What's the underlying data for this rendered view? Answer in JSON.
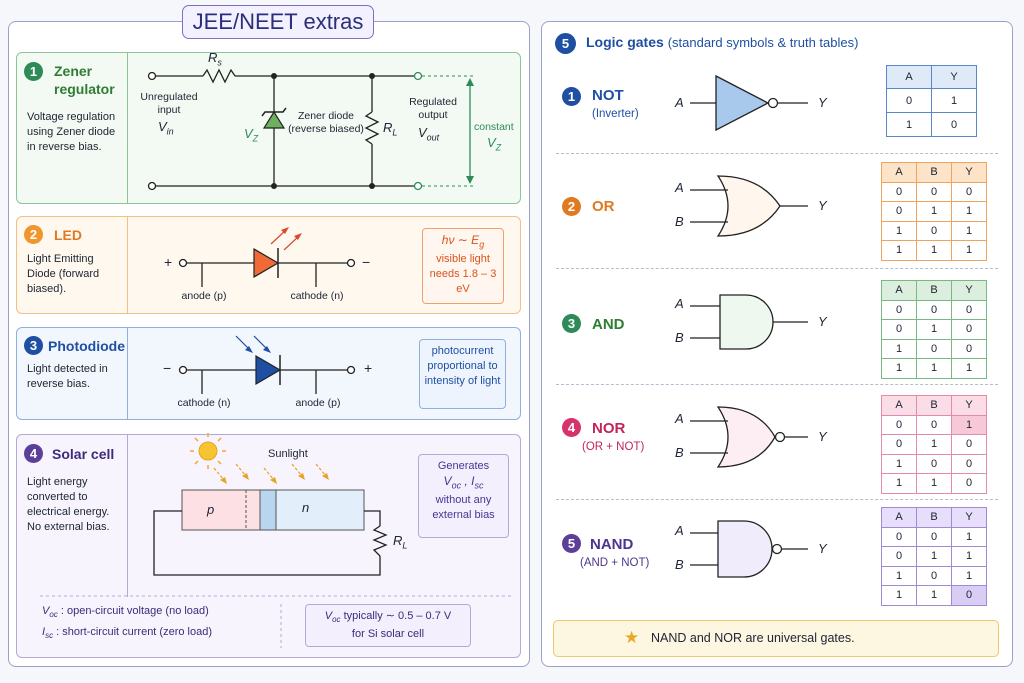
{
  "title": "JEE/NEET extras",
  "zener": {
    "num": "1",
    "heading": "Zener regulator",
    "desc": "Voltage regulation using Zener diode in reverse bias.",
    "rs": "R",
    "rs_sub": "s",
    "input_label": "Unregulated input",
    "vin": "V",
    "vin_sub": "in",
    "vz": "V",
    "vz_sub": "Z",
    "diode_label": "Zener diode (reverse biased)",
    "rl": "R",
    "rl_sub": "L",
    "output_label": "Regulated output",
    "vout": "V",
    "vout_sub": "out",
    "constant": "constant",
    "cvz": "V",
    "cvz_sub": "Z"
  },
  "led": {
    "num": "2",
    "heading": "LED",
    "desc": "Light Emitting Diode (forward biased).",
    "plus": "+",
    "minus": "−",
    "anode": "anode (p)",
    "cathode": "cathode (n)",
    "note_formula": "hν ∼ E",
    "note_formula_sub": "g",
    "note_text": "visible light needs 1.8 – 3 eV"
  },
  "photodiode": {
    "num": "3",
    "heading": "Photodiode",
    "desc": "Light detected in reverse bias.",
    "minus": "−",
    "plus": "+",
    "cathode": "cathode (n)",
    "anode": "anode (p)",
    "note": "photocurrent proportional to intensity of light"
  },
  "solar": {
    "num": "4",
    "heading": "Solar cell",
    "desc": "Light energy converted to electrical energy. No external bias.",
    "sunlight": "Sunlight",
    "p": "p",
    "n": "n",
    "rl": "R",
    "rl_sub": "L",
    "note_l1": "Generates",
    "note_voc": "V",
    "note_voc_sub": "oc",
    "note_sep": " , ",
    "note_isc": "I",
    "note_isc_sub": "sc",
    "note_l3": "without any external bias",
    "voc_def_sym": "V",
    "voc_def_sub": "oc",
    "voc_def": " : open-circuit voltage (no load)",
    "isc_def_sym": "I",
    "isc_def_sub": "sc",
    "isc_def": " : short-circuit current (zero load)",
    "typ_sym": "V",
    "typ_sub": "oc",
    "typ_text": " typically ∼ 0.5 – 0.7 V",
    "typ_l2": "for Si solar cell"
  },
  "logic": {
    "num": "5",
    "heading": "Logic gates",
    "heading_sub": "(standard symbols & truth tables)",
    "gates": [
      {
        "num": "1",
        "name": "NOT",
        "sub": "(Inverter)",
        "inputs": [
          "A"
        ],
        "output": "Y",
        "header": [
          "A",
          "Y"
        ],
        "rows": [
          [
            "0",
            "1"
          ],
          [
            "1",
            "0"
          ]
        ]
      },
      {
        "num": "2",
        "name": "OR",
        "sub": "",
        "inputs": [
          "A",
          "B"
        ],
        "output": "Y",
        "header": [
          "A",
          "B",
          "Y"
        ],
        "rows": [
          [
            "0",
            "0",
            "0"
          ],
          [
            "0",
            "1",
            "1"
          ],
          [
            "1",
            "0",
            "1"
          ],
          [
            "1",
            "1",
            "1"
          ]
        ]
      },
      {
        "num": "3",
        "name": "AND",
        "sub": "",
        "inputs": [
          "A",
          "B"
        ],
        "output": "Y",
        "header": [
          "A",
          "B",
          "Y"
        ],
        "rows": [
          [
            "0",
            "0",
            "0"
          ],
          [
            "0",
            "1",
            "0"
          ],
          [
            "1",
            "0",
            "0"
          ],
          [
            "1",
            "1",
            "1"
          ]
        ]
      },
      {
        "num": "4",
        "name": "NOR",
        "sub": "(OR + NOT)",
        "inputs": [
          "A",
          "B"
        ],
        "output": "Y",
        "header": [
          "A",
          "B",
          "Y"
        ],
        "rows": [
          [
            "0",
            "0",
            "1"
          ],
          [
            "0",
            "1",
            "0"
          ],
          [
            "1",
            "0",
            "0"
          ],
          [
            "1",
            "1",
            "0"
          ]
        ]
      },
      {
        "num": "5",
        "name": "NAND",
        "sub": "(AND + NOT)",
        "inputs": [
          "A",
          "B"
        ],
        "output": "Y",
        "header": [
          "A",
          "B",
          "Y"
        ],
        "rows": [
          [
            "0",
            "0",
            "1"
          ],
          [
            "0",
            "1",
            "1"
          ],
          [
            "1",
            "0",
            "1"
          ],
          [
            "1",
            "1",
            "0"
          ]
        ]
      }
    ],
    "footer_icon": "star-icon",
    "footer": "NAND and NOR are universal gates."
  },
  "colors": {
    "green": "#2e8b57",
    "orange": "#e07a22",
    "blue": "#1f4fa3",
    "purple": "#5b3f98",
    "pink": "#d6336c",
    "gate_blue": "#1f4fa3"
  }
}
